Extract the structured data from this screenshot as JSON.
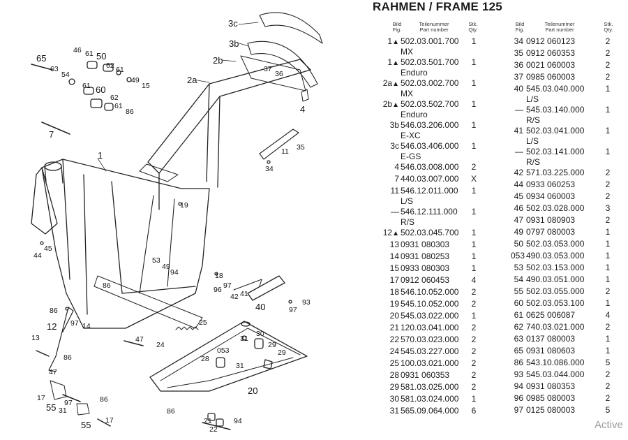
{
  "title": "RAHMEN / FRAME 125",
  "headers": {
    "fig_de": "Bild",
    "fig_en": "Fig.",
    "part_de": "Teilenummer",
    "part_en": "Part number",
    "qty_de": "Stk.",
    "qty_en": "Qty."
  },
  "table_left": [
    {
      "fig": "1",
      "mark": "▲",
      "part": "502.03.001.700",
      "note": "MX",
      "qty": "1"
    },
    {
      "fig": "1",
      "mark": "▲",
      "part": "502.03.501.700",
      "note": "Enduro",
      "qty": "1"
    },
    {
      "fig": "2a",
      "mark": "▲",
      "part": "502.03.002.700",
      "note": "MX",
      "qty": "1"
    },
    {
      "fig": "2b",
      "mark": "▲",
      "part": "502.03.502.700",
      "note": "Enduro",
      "qty": "1"
    },
    {
      "fig": "3b",
      "mark": "",
      "part": "546.03.206.000",
      "note": "E-XC",
      "qty": "1"
    },
    {
      "fig": "3c",
      "mark": "",
      "part": "546.03.406.000",
      "note": "E-GS",
      "qty": "1"
    },
    {
      "fig": "4",
      "mark": "",
      "part": "546.03.008.000",
      "note": "",
      "qty": "2"
    },
    {
      "fig": "7",
      "mark": "",
      "part": "440.03.007.000",
      "note": "",
      "qty": "X"
    },
    {
      "fig": "11",
      "mark": "",
      "part": "546.12.011.000",
      "note": "L/S",
      "qty": "1"
    },
    {
      "fig": "—",
      "mark": "",
      "part": "546.12.111.000",
      "note": "R/S",
      "qty": "1"
    },
    {
      "fig": "12",
      "mark": "▲",
      "part": "502.03.045.700",
      "note": "",
      "qty": "1"
    },
    {
      "fig": "13",
      "mark": "",
      "part": "0931 080303",
      "note": "",
      "qty": "1"
    },
    {
      "fig": "14",
      "mark": "",
      "part": "0931 080253",
      "note": "",
      "qty": "1"
    },
    {
      "fig": "15",
      "mark": "",
      "part": "0933 080303",
      "note": "",
      "qty": "1"
    },
    {
      "fig": "17",
      "mark": "",
      "part": "0912 060453",
      "note": "",
      "qty": "4"
    },
    {
      "fig": "18",
      "mark": "",
      "part": "546.10.052.000",
      "note": "",
      "qty": "2"
    },
    {
      "fig": "19",
      "mark": "",
      "part": "545.10.052.000",
      "note": "",
      "qty": "2"
    },
    {
      "fig": "20",
      "mark": "",
      "part": "545.03.022.000",
      "note": "",
      "qty": "1"
    },
    {
      "fig": "21",
      "mark": "",
      "part": "120.03.041.000",
      "note": "",
      "qty": "2"
    },
    {
      "fig": "22",
      "mark": "",
      "part": "570.03.023.000",
      "note": "",
      "qty": "2"
    },
    {
      "fig": "24",
      "mark": "",
      "part": "545.03.227.000",
      "note": "",
      "qty": "2"
    },
    {
      "fig": "25",
      "mark": "",
      "part": "100.03.021.000",
      "note": "",
      "qty": "2"
    },
    {
      "fig": "28",
      "mark": "",
      "part": "0931 060353",
      "note": "",
      "qty": "2"
    },
    {
      "fig": "29",
      "mark": "",
      "part": "581.03.025.000",
      "note": "",
      "qty": "2"
    },
    {
      "fig": "30",
      "mark": "",
      "part": "581.03.024.000",
      "note": "",
      "qty": "1"
    },
    {
      "fig": "31",
      "mark": "",
      "part": "565.09.064.000",
      "note": "",
      "qty": "6"
    }
  ],
  "table_right": [
    {
      "fig": "34",
      "part": "0912 060123",
      "note": "",
      "qty": "2"
    },
    {
      "fig": "35",
      "part": "0912 060353",
      "note": "",
      "qty": "2"
    },
    {
      "fig": "36",
      "part": "0021 060003",
      "note": "",
      "qty": "2"
    },
    {
      "fig": "37",
      "part": "0985 060003",
      "note": "",
      "qty": "2"
    },
    {
      "fig": "40",
      "part": "545.03.040.000",
      "note": "L/S",
      "qty": "1"
    },
    {
      "fig": "—",
      "part": "545.03.140.000",
      "note": "R/S",
      "qty": "1"
    },
    {
      "fig": "41",
      "part": "502.03.041.000",
      "note": "L/S",
      "qty": "1"
    },
    {
      "fig": "—",
      "part": "502.03.141.000",
      "note": "R/S",
      "qty": "1"
    },
    {
      "fig": "42",
      "part": "571.03.225.000",
      "note": "",
      "qty": "2"
    },
    {
      "fig": "44",
      "part": "0933 060253",
      "note": "",
      "qty": "2"
    },
    {
      "fig": "45",
      "part": "0934 060003",
      "note": "",
      "qty": "2"
    },
    {
      "fig": "46",
      "part": "502.03.028.000",
      "note": "",
      "qty": "3"
    },
    {
      "fig": "47",
      "part": "0931 080903",
      "note": "",
      "qty": "2"
    },
    {
      "fig": "49",
      "part": "0797 080003",
      "note": "",
      "qty": "1"
    },
    {
      "fig": "50",
      "part": "502.03.053.000",
      "note": "",
      "qty": "1"
    },
    {
      "fig": "053",
      "part": "490.03.053.000",
      "note": "",
      "qty": "1"
    },
    {
      "fig": "53",
      "part": "502.03.153.000",
      "note": "",
      "qty": "1"
    },
    {
      "fig": "54",
      "part": "490.03.051.000",
      "note": "",
      "qty": "1"
    },
    {
      "fig": "55",
      "part": "502.03.055.000",
      "note": "",
      "qty": "2"
    },
    {
      "fig": "60",
      "part": "502.03.053.100",
      "note": "",
      "qty": "1"
    },
    {
      "fig": "61",
      "part": "0625 006087",
      "note": "",
      "qty": "4"
    },
    {
      "fig": "62",
      "part": "740.03.021.000",
      "note": "",
      "qty": "2"
    },
    {
      "fig": "63",
      "part": "0137 080003",
      "note": "",
      "qty": "1"
    },
    {
      "fig": "65",
      "part": "0931 080603",
      "note": "",
      "qty": "1"
    },
    {
      "fig": "86",
      "part": "543.10.086.000",
      "note": "",
      "qty": "5"
    },
    {
      "fig": "93",
      "part": "545.03.044.000",
      "note": "",
      "qty": "2"
    },
    {
      "fig": "94",
      "part": "0931 080353",
      "note": "",
      "qty": "2"
    },
    {
      "fig": "96",
      "part": "0985 080003",
      "note": "",
      "qty": "2"
    },
    {
      "fig": "97",
      "part": "0125 080003",
      "note": "",
      "qty": "5"
    }
  ],
  "callouts": [
    "3c",
    "3b",
    "2b",
    "2a",
    "65",
    "46",
    "61",
    "50",
    "63",
    "54",
    "62",
    "61",
    "49",
    "15",
    "61",
    "60",
    "62",
    "61",
    "86",
    "37",
    "36",
    "4",
    "7",
    "1",
    "11",
    "35",
    "34",
    "19",
    "45",
    "44",
    "53",
    "49",
    "94",
    "18",
    "96",
    "97",
    "42",
    "41",
    "40",
    "93",
    "97",
    "86",
    "86",
    "12",
    "97",
    "14",
    "25",
    "13",
    "86",
    "47",
    "24",
    "30",
    "31",
    "053",
    "29",
    "28",
    "29",
    "31",
    "47",
    "20",
    "17",
    "55",
    "31",
    "97",
    "86",
    "55",
    "17",
    "86",
    "21",
    "22",
    "94"
  ],
  "watermark": "Active"
}
